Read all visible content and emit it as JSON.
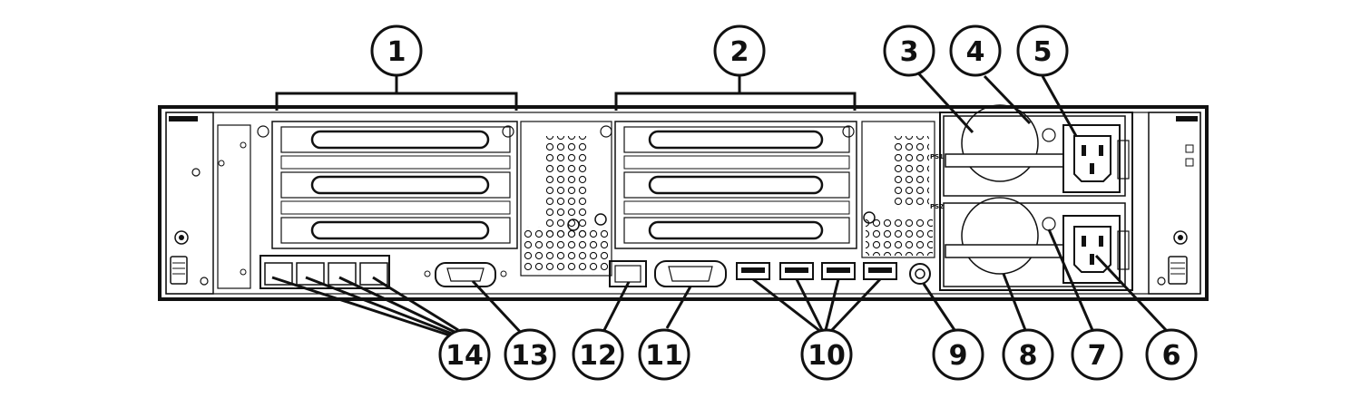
{
  "diagram": {
    "callouts": [
      {
        "id": "1"
      },
      {
        "id": "2"
      },
      {
        "id": "3"
      },
      {
        "id": "4"
      },
      {
        "id": "5"
      },
      {
        "id": "6"
      },
      {
        "id": "7"
      },
      {
        "id": "8"
      },
      {
        "id": "9"
      },
      {
        "id": "10"
      },
      {
        "id": "11"
      },
      {
        "id": "12"
      },
      {
        "id": "13"
      },
      {
        "id": "14"
      }
    ],
    "psu_labels": {
      "psu1": "PS1",
      "psu2": "PS2"
    }
  }
}
